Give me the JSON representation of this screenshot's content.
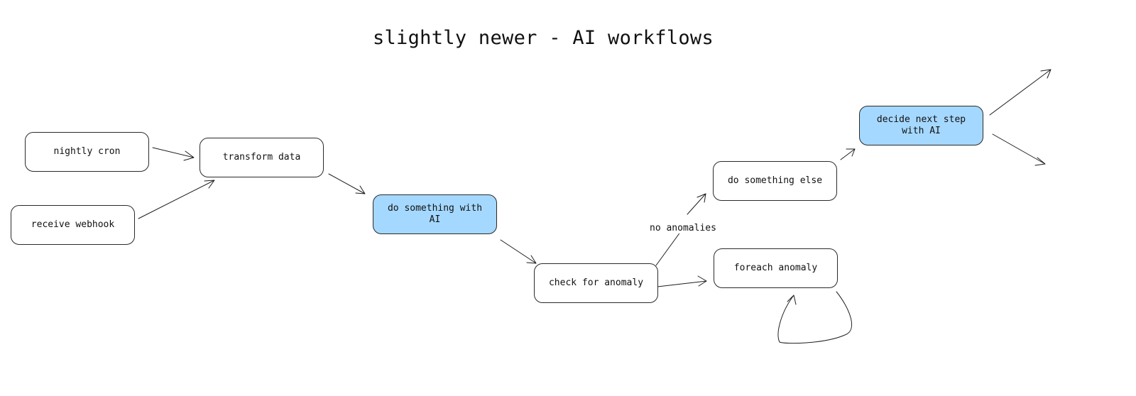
{
  "title": "slightly newer - AI workflows",
  "nodes": {
    "nightly_cron": "nightly cron",
    "receive_webhook": "receive webhook",
    "transform_data": "transform data",
    "ai_step": "do something with AI",
    "check_anomaly": "check for anomaly",
    "do_something_else": "do something else",
    "foreach_anomaly": "foreach anomaly",
    "decide_next": "decide next step with AI"
  },
  "edge_labels": {
    "no_anomalies": "no anomalies"
  },
  "colors": {
    "ai_node_fill": "#a5d8ff",
    "stroke": "#1e1e1e"
  }
}
